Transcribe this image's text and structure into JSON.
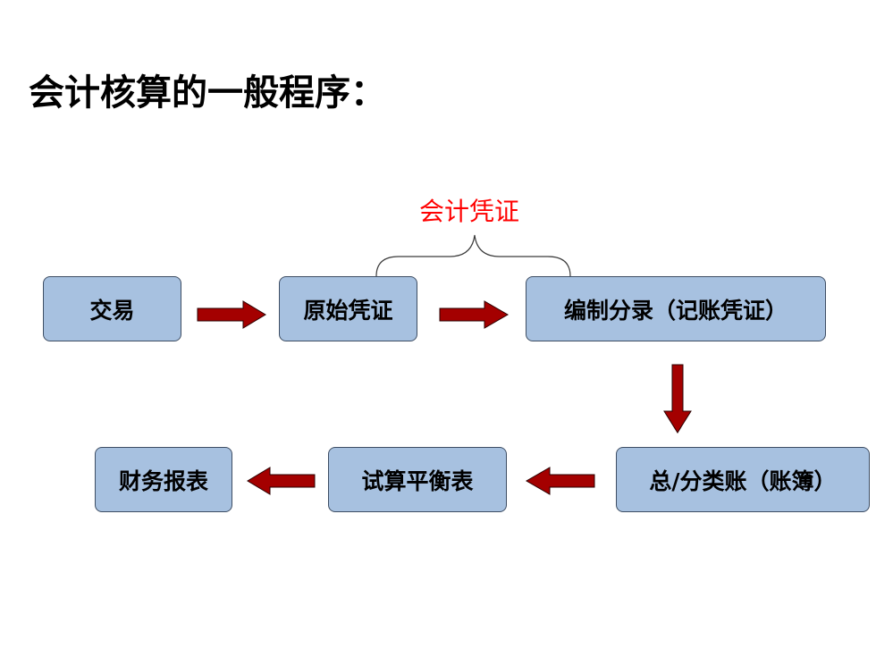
{
  "title": "会计核算的一般程序：",
  "bracket_label": "会计凭证",
  "bracket_label_color": "#ff0000",
  "box_fill": "#a7c1e0",
  "arrow_color": "#a40000",
  "steps": [
    "交易",
    "原始凭证",
    "编制分录（记账凭证）",
    "总/分类账（账簿）",
    "试算平衡表",
    "财务报表"
  ]
}
